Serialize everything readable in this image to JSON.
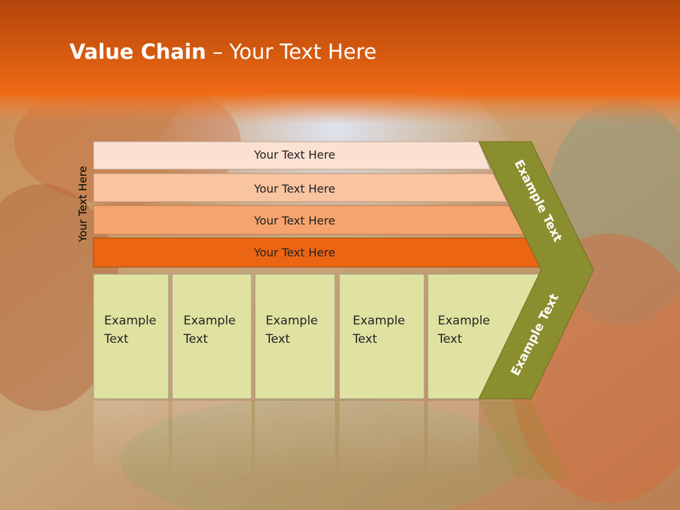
{
  "slide": {
    "title_bold": "Value Chain",
    "title_rest": " – Your Text Here"
  },
  "colors": {
    "header_top": "#b3440a",
    "header_bottom": "#ee6a14",
    "band1": "#fbe1d1",
    "band2": "#f9c4a0",
    "band3": "#f5a46d",
    "band4": "#ec6512",
    "box_fill": "#e0e2a2",
    "chevron": "#8b8e2e"
  },
  "side_label": "Your Text Here",
  "bands": [
    {
      "label": "Your Text Here"
    },
    {
      "label": "Your Text Here"
    },
    {
      "label": "Your Text Here"
    },
    {
      "label": "Your Text Here"
    }
  ],
  "boxes": [
    {
      "line1": "Example",
      "line2": "Text"
    },
    {
      "line1": "Example",
      "line2": "Text"
    },
    {
      "line1": "Example",
      "line2": "Text"
    },
    {
      "line1": "Example",
      "line2": "Text"
    },
    {
      "line1": "Example",
      "line2": "Text"
    }
  ],
  "chevron_upper": "Example Text",
  "chevron_lower": "Example Text"
}
